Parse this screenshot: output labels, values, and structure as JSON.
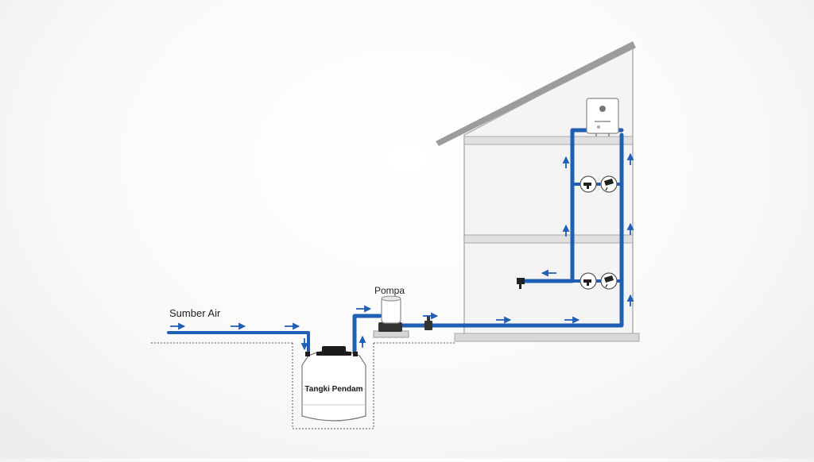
{
  "labels": {
    "source": "Sumber Air",
    "pump": "Pompa",
    "tank": "Tangki Pendam"
  },
  "colors": {
    "pipe": "#1f5fb4",
    "pipe_highlight": "#5a92d8",
    "house_wall": "#f3f3f3",
    "house_outline": "#a9a9a9",
    "roof": "#9a9a9a",
    "ground_line": "#555555",
    "tank_body": "#ffffff",
    "tank_cap": "#1b1b1b",
    "arrow": "#1f5fb4"
  },
  "icons": {
    "pump": "water-pump-icon",
    "tank": "underground-tank-icon",
    "valve": "valve-icon",
    "faucet": "faucet-icon",
    "shower": "shower-icon",
    "heater": "water-heater-icon",
    "flow": "flow-arrow-icon"
  }
}
